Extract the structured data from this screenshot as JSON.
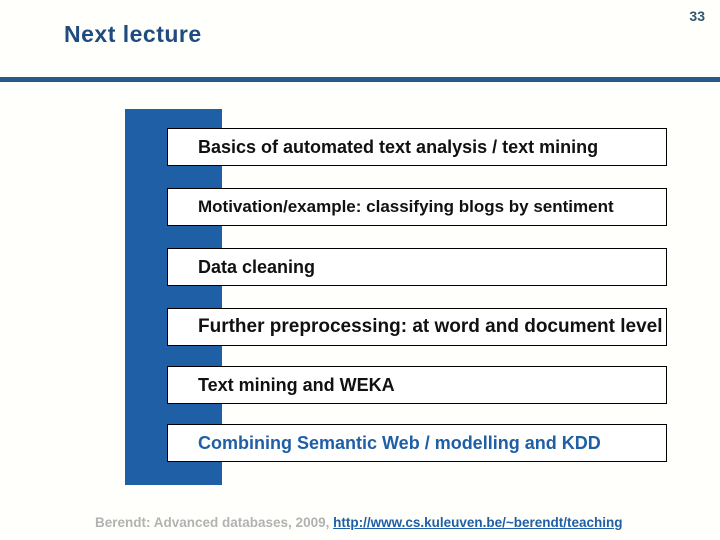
{
  "slide": {
    "background_color": "#FFFFFB",
    "header": {
      "title": "Next lecture",
      "title_color": "#1F4B7E",
      "page_number": "33",
      "page_number_color": "#305570",
      "rule_color": "#27598F"
    },
    "accent_bar_color": "#1F5FA6",
    "agenda": {
      "items": [
        {
          "label": "Basics of automated text analysis / text mining",
          "text_color": "#111111"
        },
        {
          "label": "Motivation/example: classifying blogs by sentiment",
          "text_color": "#111111"
        },
        {
          "label": "Data cleaning",
          "text_color": "#111111"
        },
        {
          "label": "Further preprocessing: at word and document level",
          "text_color": "#111111"
        },
        {
          "label": "Text mining and WEKA",
          "text_color": "#111111"
        },
        {
          "label": "Combining Semantic Web / modelling and KDD",
          "text_color": "#1F5FA6"
        }
      ]
    },
    "footer": {
      "credit": "Berendt: Advanced databases, 2009, ",
      "credit_color": "#B2B2B2",
      "link": "http://www.cs.kuleuven.be/~berendt/teaching",
      "link_color": "#1F5FA6"
    }
  }
}
